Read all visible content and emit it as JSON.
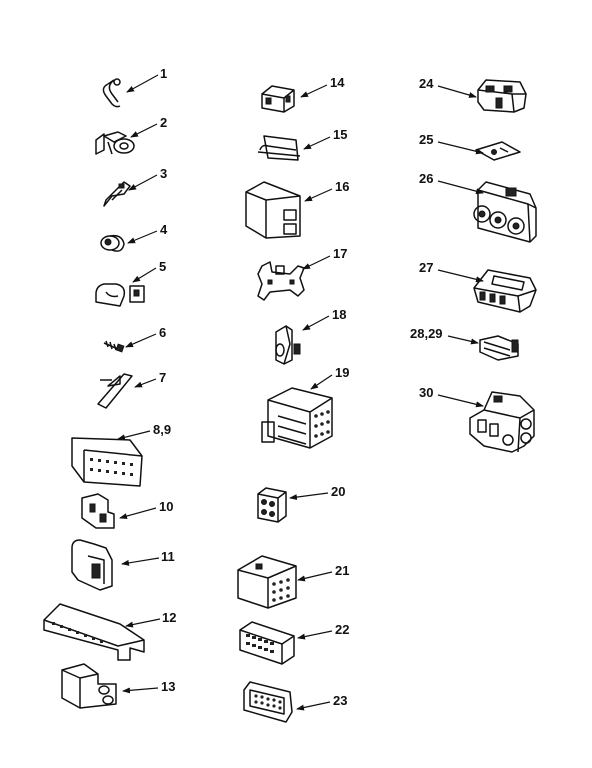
{
  "parts": [
    {
      "label": "1"
    },
    {
      "label": "2"
    },
    {
      "label": "3"
    },
    {
      "label": "4"
    },
    {
      "label": "5"
    },
    {
      "label": "6"
    },
    {
      "label": "7"
    },
    {
      "label": "8,9"
    },
    {
      "label": "10"
    },
    {
      "label": "11"
    },
    {
      "label": "12"
    },
    {
      "label": "13"
    },
    {
      "label": "14"
    },
    {
      "label": "15"
    },
    {
      "label": "16"
    },
    {
      "label": "17"
    },
    {
      "label": "18"
    },
    {
      "label": "19"
    },
    {
      "label": "20"
    },
    {
      "label": "21"
    },
    {
      "label": "22"
    },
    {
      "label": "23"
    },
    {
      "label": "24"
    },
    {
      "label": "25"
    },
    {
      "label": "26"
    },
    {
      "label": "27"
    },
    {
      "label": "28,29"
    },
    {
      "label": "30"
    }
  ]
}
